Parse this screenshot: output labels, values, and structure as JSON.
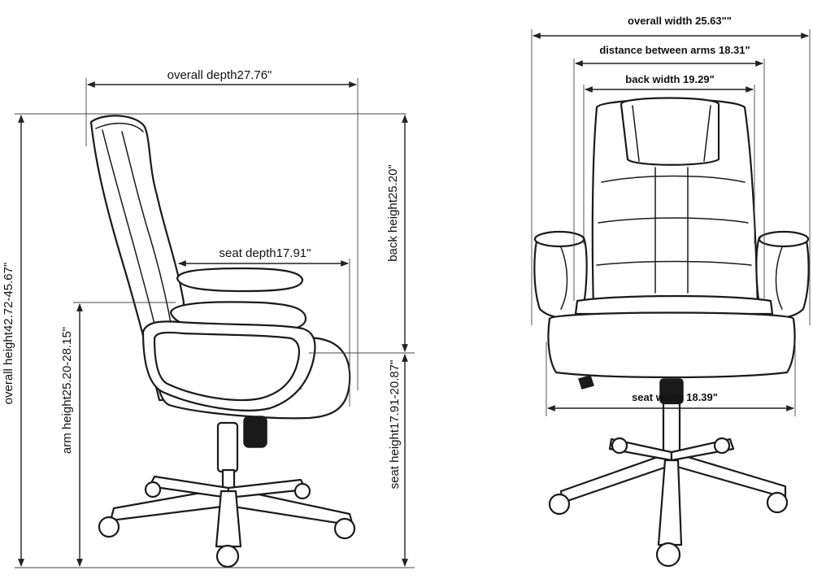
{
  "side_view": {
    "overall_depth": "overall depth27.76\"",
    "overall_height": "overall height42.72-45.67\"",
    "arm_height": "arm height25.20-28.15\"",
    "seat_depth": "seat depth17.91\"",
    "back_height": "back height25.20\"",
    "seat_height": "seat height17.91-20.87\""
  },
  "front_view": {
    "overall_width": "overall width 25.63\"\"",
    "distance_between_arms": "distance between arms 18.31\"",
    "back_width": "back width 19.29\"",
    "seat_width": "seat width 18.39\""
  }
}
